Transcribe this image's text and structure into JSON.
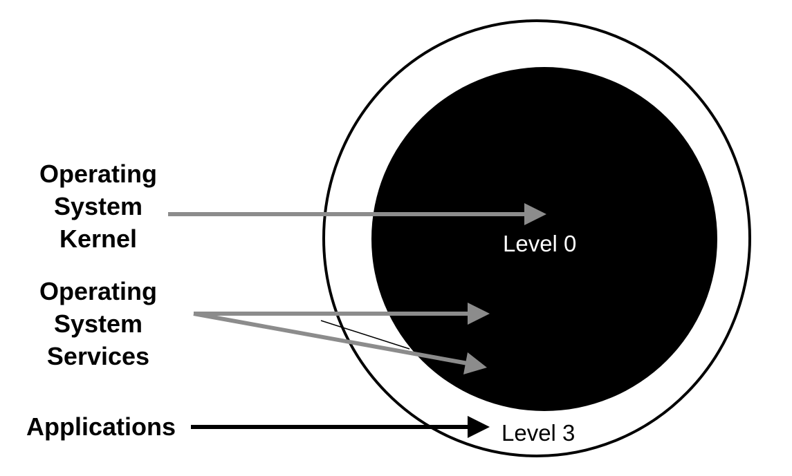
{
  "labels": {
    "kernel": [
      "Operating",
      "System",
      "Kernel"
    ],
    "services": [
      "Operating",
      "System",
      "Services"
    ],
    "applications": "Applications"
  },
  "levels": {
    "inner": "Level 0",
    "outer": "Level 3"
  },
  "colors": {
    "background": "#ffffff",
    "inner_ring_fill": "#000000",
    "outer_ring_stroke": "#000000",
    "gray_arrow": "#8c8c8c",
    "black_arrow": "#000000",
    "inner_label": "#ffffff",
    "outer_label": "#000000"
  }
}
